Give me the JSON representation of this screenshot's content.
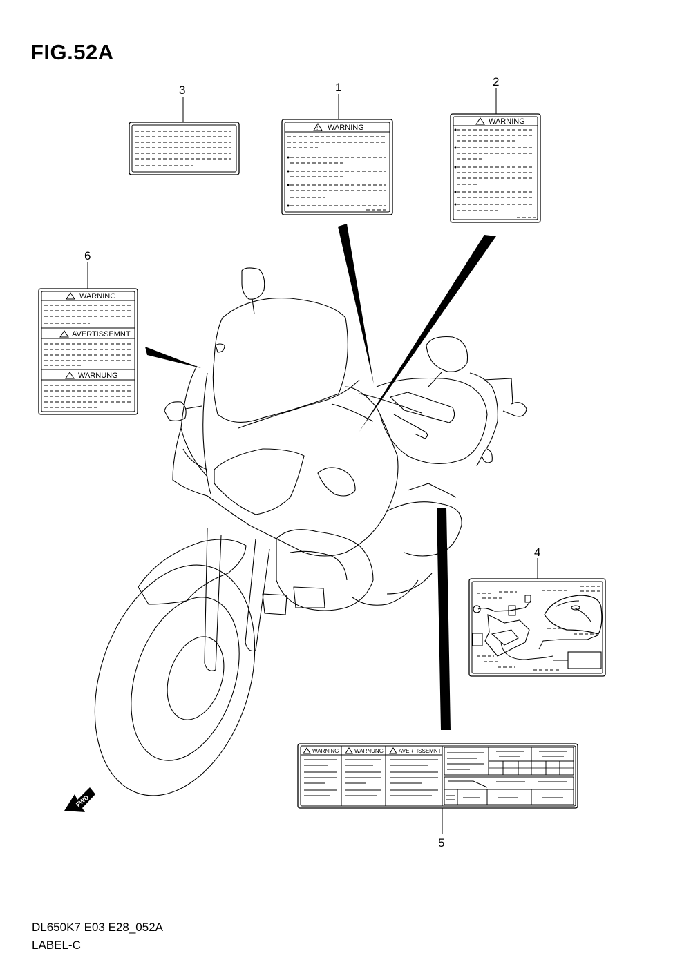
{
  "figure": {
    "title": "FIG.52A"
  },
  "callouts": [
    "1",
    "2",
    "3",
    "4",
    "5",
    "6"
  ],
  "labels": {
    "warning": "WARNING",
    "avertissement": "AVERTISSEMNT",
    "warnung": "WARNUNG",
    "fwd": "FWD"
  },
  "footer": {
    "model_code": "DL650K7 E03 E28_052A",
    "section": "LABEL-C"
  }
}
